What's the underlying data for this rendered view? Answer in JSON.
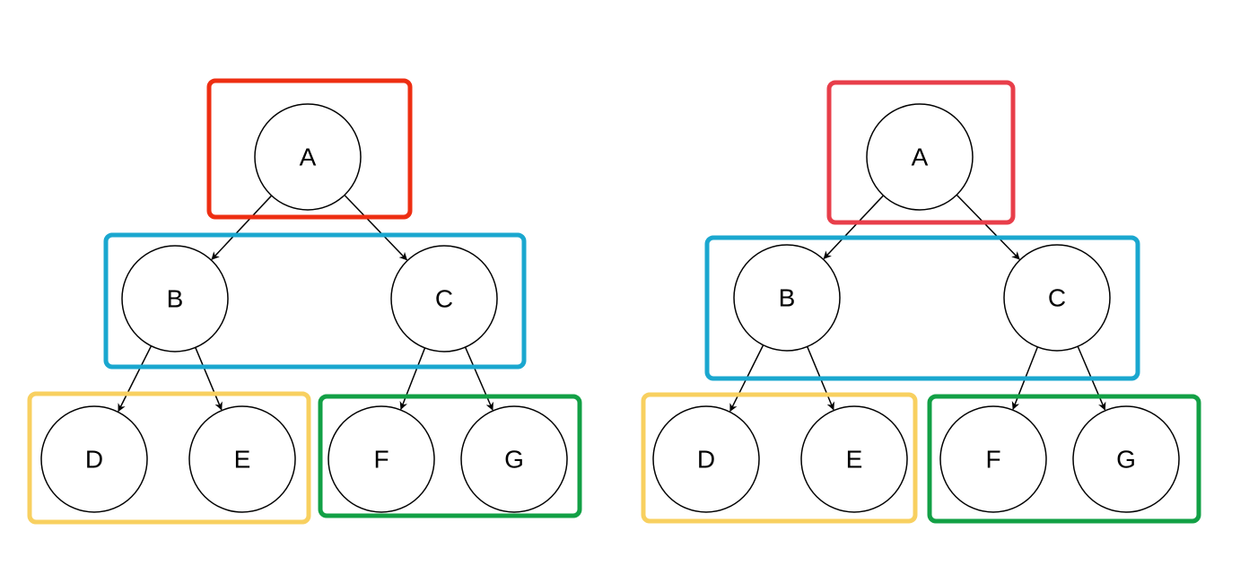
{
  "colors": {
    "level_0_left": "#ee2e12",
    "level_0_right": "#e83e4a",
    "level_1": "#1aa7cf",
    "level_2_left": "#f8d060",
    "level_2_right": "#12a045",
    "node_stroke": "#000000",
    "edge": "#000000"
  },
  "trees": [
    {
      "id": "left-tree",
      "nodes": [
        {
          "id": "A",
          "label": "A"
        },
        {
          "id": "B",
          "label": "B"
        },
        {
          "id": "C",
          "label": "C"
        },
        {
          "id": "D",
          "label": "D"
        },
        {
          "id": "E",
          "label": "E"
        },
        {
          "id": "F",
          "label": "F"
        },
        {
          "id": "G",
          "label": "G"
        }
      ],
      "edges": [
        {
          "from": "A",
          "to": "B"
        },
        {
          "from": "A",
          "to": "C"
        },
        {
          "from": "B",
          "to": "D"
        },
        {
          "from": "B",
          "to": "E"
        },
        {
          "from": "C",
          "to": "F"
        },
        {
          "from": "C",
          "to": "G"
        }
      ],
      "groups": [
        {
          "id": "level-0",
          "members": [
            "A"
          ],
          "color_key": "level_0_left"
        },
        {
          "id": "level-1",
          "members": [
            "B",
            "C"
          ],
          "color_key": "level_1"
        },
        {
          "id": "level-2-left",
          "members": [
            "D",
            "E"
          ],
          "color_key": "level_2_left"
        },
        {
          "id": "level-2-right",
          "members": [
            "F",
            "G"
          ],
          "color_key": "level_2_right"
        }
      ]
    },
    {
      "id": "right-tree",
      "nodes": [
        {
          "id": "A",
          "label": "A"
        },
        {
          "id": "B",
          "label": "B"
        },
        {
          "id": "C",
          "label": "C"
        },
        {
          "id": "D",
          "label": "D"
        },
        {
          "id": "E",
          "label": "E"
        },
        {
          "id": "F",
          "label": "F"
        },
        {
          "id": "G",
          "label": "G"
        }
      ],
      "edges": [
        {
          "from": "A",
          "to": "B"
        },
        {
          "from": "A",
          "to": "C"
        },
        {
          "from": "B",
          "to": "D"
        },
        {
          "from": "B",
          "to": "E"
        },
        {
          "from": "C",
          "to": "F"
        },
        {
          "from": "C",
          "to": "G"
        }
      ],
      "groups": [
        {
          "id": "level-0",
          "members": [
            "A"
          ],
          "color_key": "level_0_right"
        },
        {
          "id": "level-1",
          "members": [
            "B",
            "C"
          ],
          "color_key": "level_1"
        },
        {
          "id": "level-2-left",
          "members": [
            "D",
            "E"
          ],
          "color_key": "level_2_left"
        },
        {
          "id": "level-2-right",
          "members": [
            "F",
            "G"
          ],
          "color_key": "level_2_right"
        }
      ]
    }
  ]
}
